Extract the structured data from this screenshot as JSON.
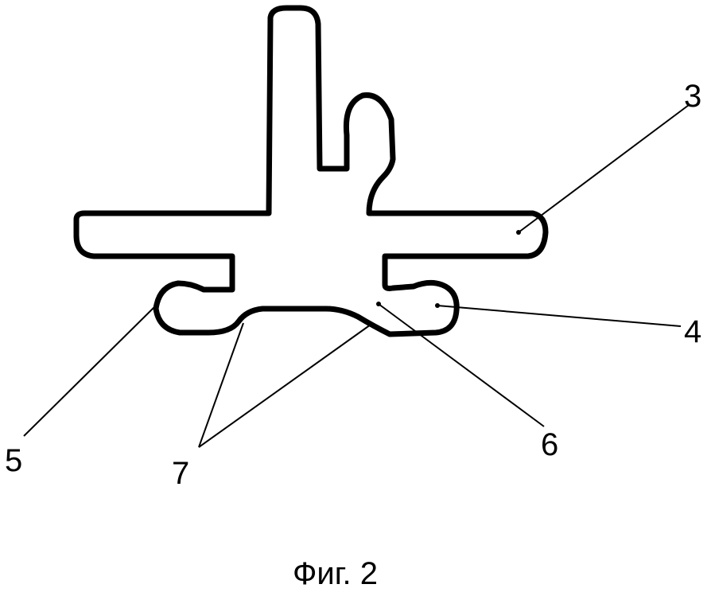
{
  "labels": {
    "l3": "3",
    "l4": "4",
    "l5": "5",
    "l6": "6",
    "l7": "7"
  },
  "caption": "Фиг. 2",
  "colors": {
    "stroke": "#000000",
    "background": "#ffffff"
  }
}
